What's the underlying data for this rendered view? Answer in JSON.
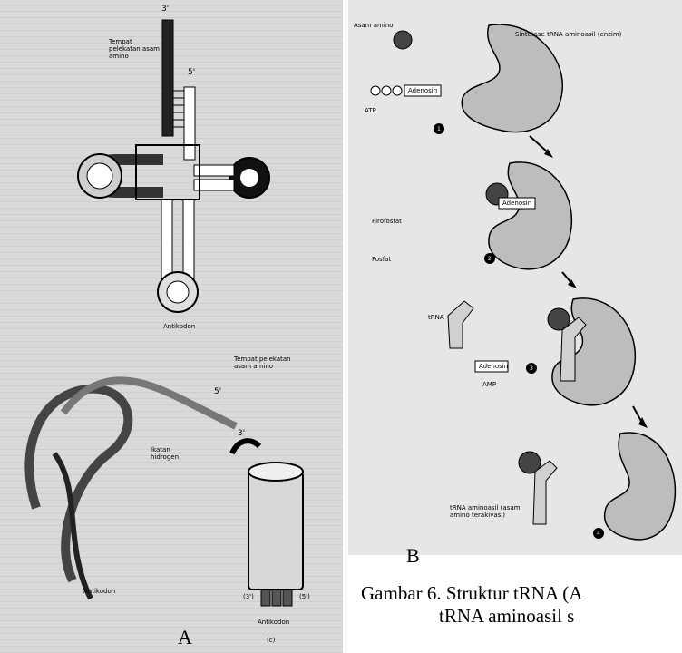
{
  "panel_a": {
    "letter": "A",
    "labels": {
      "three_prime_top": "3'",
      "five_prime_top": "5'",
      "attach_site_top": "Tempat\npelekatan asam\namino",
      "anticodon_top": "Antikodon",
      "attach_site_bottom": "Tempat pelekatan\nasam amino",
      "five_prime_bottom": "5'",
      "three_prime_bottom": "3'",
      "hydrogen_bond": "Ikatan\nhidrogen",
      "anticodon_bottom": "Antikodon",
      "anticodon_right": "Antikodon",
      "end3_box": "(3')",
      "end5_box": "(5')",
      "sub_c": "(c)"
    }
  },
  "panel_b": {
    "letter": "B",
    "labels": {
      "amino_acid": "Asam amino",
      "synthetase": "Sintetase tRNA aminoasil (enzim)",
      "adenosin_1": "Adenosin",
      "atp": "ATP",
      "adenosin_2": "Adenosin",
      "pirofosfat": "Pirofosfat",
      "fosfat": "Fosfat",
      "trna": "tRNA",
      "adenosin_3": "Adenosin",
      "amp": "AMP",
      "aminoacyl_trna": "tRNA aminoasil (asam\namino terakivasi)"
    },
    "steps": [
      "1",
      "2",
      "3",
      "4"
    ]
  },
  "caption": {
    "line1": "Gambar 6. Struktur tRNA  (A",
    "line2": "tRNA aminoasil s"
  }
}
